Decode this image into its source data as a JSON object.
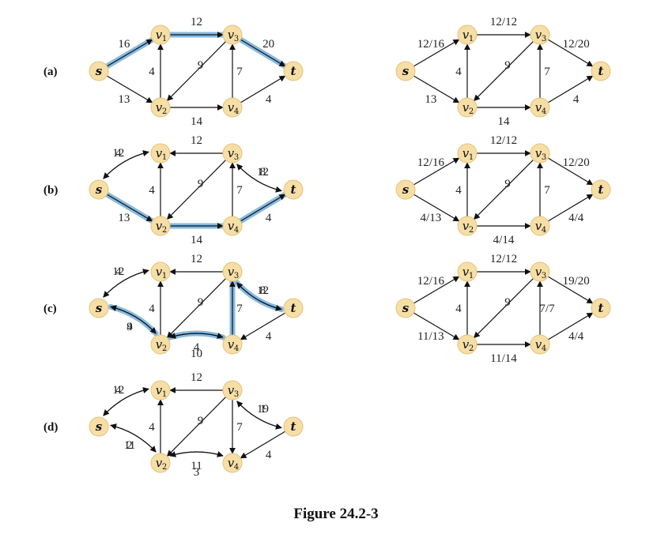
{
  "caption": "Figure 24.2-3",
  "nodes": [
    {
      "id": "s",
      "name": "s",
      "sub": ""
    },
    {
      "id": "v1",
      "name": "v",
      "sub": "1"
    },
    {
      "id": "v2",
      "name": "v",
      "sub": "2"
    },
    {
      "id": "v3",
      "name": "v",
      "sub": "3"
    },
    {
      "id": "v4",
      "name": "v",
      "sub": "4"
    },
    {
      "id": "t",
      "name": "t",
      "sub": ""
    }
  ],
  "rows": [
    {
      "label": "(a)"
    },
    {
      "label": "(b)"
    },
    {
      "label": "(c)"
    },
    {
      "label": "(d)"
    }
  ],
  "residual_graphs": [
    {
      "row": 0,
      "edges": [
        {
          "from": "s",
          "to": "v1",
          "label": "16",
          "highlight": true
        },
        {
          "from": "s",
          "to": "v2",
          "label": "13"
        },
        {
          "from": "v2",
          "to": "v1",
          "label": "4"
        },
        {
          "from": "v1",
          "to": "v3",
          "label": "12",
          "highlight": true
        },
        {
          "from": "v3",
          "to": "v2",
          "label": "9"
        },
        {
          "from": "v2",
          "to": "v4",
          "label": "14"
        },
        {
          "from": "v4",
          "to": "v3",
          "label": "7"
        },
        {
          "from": "v3",
          "to": "t",
          "label": "20",
          "highlight": true
        },
        {
          "from": "v4",
          "to": "t",
          "label": "4"
        }
      ]
    },
    {
      "row": 1,
      "edges": [
        {
          "from": "s",
          "to": "v1",
          "label": "4",
          "curve": -1
        },
        {
          "from": "v1",
          "to": "s",
          "label": "12",
          "curve": -1
        },
        {
          "from": "s",
          "to": "v2",
          "label": "13",
          "highlight": true
        },
        {
          "from": "v2",
          "to": "v1",
          "label": "4"
        },
        {
          "from": "v3",
          "to": "v1",
          "label": "12"
        },
        {
          "from": "v3",
          "to": "v2",
          "label": "9"
        },
        {
          "from": "v2",
          "to": "v4",
          "label": "14",
          "highlight": true
        },
        {
          "from": "v4",
          "to": "v3",
          "label": "7"
        },
        {
          "from": "v3",
          "to": "t",
          "label": "8",
          "curve": -1
        },
        {
          "from": "t",
          "to": "v3",
          "label": "12",
          "curve": -1
        },
        {
          "from": "v4",
          "to": "t",
          "label": "4",
          "highlight": true
        }
      ]
    },
    {
      "row": 2,
      "edges": [
        {
          "from": "s",
          "to": "v1",
          "label": "4",
          "curve": -1
        },
        {
          "from": "v1",
          "to": "s",
          "label": "12",
          "curve": -1
        },
        {
          "from": "s",
          "to": "v2",
          "label": "9",
          "curve": -1,
          "highlight": true
        },
        {
          "from": "v2",
          "to": "s",
          "label": "4",
          "curve": -1
        },
        {
          "from": "v2",
          "to": "v1",
          "label": "4"
        },
        {
          "from": "v3",
          "to": "v1",
          "label": "12"
        },
        {
          "from": "v3",
          "to": "v2",
          "label": "9"
        },
        {
          "from": "v2",
          "to": "v4",
          "label": "10",
          "curve": -1,
          "highlight": true
        },
        {
          "from": "v4",
          "to": "v2",
          "label": "4",
          "curve": -1
        },
        {
          "from": "v4",
          "to": "v3",
          "label": "7",
          "highlight": true
        },
        {
          "from": "v3",
          "to": "t",
          "label": "8",
          "curve": -1,
          "highlight": true
        },
        {
          "from": "t",
          "to": "v3",
          "label": "12",
          "curve": -1
        },
        {
          "from": "t",
          "to": "v4",
          "label": "4"
        }
      ]
    },
    {
      "row": 3,
      "edges": [
        {
          "from": "s",
          "to": "v1",
          "label": "4",
          "curve": -1
        },
        {
          "from": "v1",
          "to": "s",
          "label": "12",
          "curve": -1
        },
        {
          "from": "s",
          "to": "v2",
          "label": "2",
          "curve": -1
        },
        {
          "from": "v2",
          "to": "s",
          "label": "11",
          "curve": -1
        },
        {
          "from": "v2",
          "to": "v1",
          "label": "4"
        },
        {
          "from": "v3",
          "to": "v1",
          "label": "12"
        },
        {
          "from": "v3",
          "to": "v2",
          "label": "9"
        },
        {
          "from": "v3",
          "to": "v4",
          "label": "7"
        },
        {
          "from": "v2",
          "to": "v4",
          "label": "3",
          "curve": -1
        },
        {
          "from": "v4",
          "to": "v2",
          "label": "11",
          "curve": -1
        },
        {
          "from": "v3",
          "to": "t",
          "label": "1",
          "curve": -1
        },
        {
          "from": "t",
          "to": "v3",
          "label": "19",
          "curve": -1
        },
        {
          "from": "t",
          "to": "v4",
          "label": "4"
        }
      ]
    }
  ],
  "flow_networks": [
    {
      "row": 0,
      "edges": [
        {
          "from": "s",
          "to": "v1",
          "label": "12/16"
        },
        {
          "from": "s",
          "to": "v2",
          "label": "13"
        },
        {
          "from": "v2",
          "to": "v1",
          "label": "4"
        },
        {
          "from": "v1",
          "to": "v3",
          "label": "12/12"
        },
        {
          "from": "v3",
          "to": "v2",
          "label": "9"
        },
        {
          "from": "v2",
          "to": "v4",
          "label": "14"
        },
        {
          "from": "v4",
          "to": "v3",
          "label": "7"
        },
        {
          "from": "v3",
          "to": "t",
          "label": "12/20"
        },
        {
          "from": "v4",
          "to": "t",
          "label": "4"
        }
      ]
    },
    {
      "row": 1,
      "edges": [
        {
          "from": "s",
          "to": "v1",
          "label": "12/16"
        },
        {
          "from": "s",
          "to": "v2",
          "label": "4/13"
        },
        {
          "from": "v2",
          "to": "v1",
          "label": "4"
        },
        {
          "from": "v1",
          "to": "v3",
          "label": "12/12"
        },
        {
          "from": "v3",
          "to": "v2",
          "label": "9"
        },
        {
          "from": "v2",
          "to": "v4",
          "label": "4/14"
        },
        {
          "from": "v4",
          "to": "v3",
          "label": "7"
        },
        {
          "from": "v3",
          "to": "t",
          "label": "12/20"
        },
        {
          "from": "v4",
          "to": "t",
          "label": "4/4"
        }
      ]
    },
    {
      "row": 2,
      "edges": [
        {
          "from": "s",
          "to": "v1",
          "label": "12/16"
        },
        {
          "from": "s",
          "to": "v2",
          "label": "11/13"
        },
        {
          "from": "v2",
          "to": "v1",
          "label": "4"
        },
        {
          "from": "v1",
          "to": "v3",
          "label": "12/12"
        },
        {
          "from": "v3",
          "to": "v2",
          "label": "9"
        },
        {
          "from": "v2",
          "to": "v4",
          "label": "11/14"
        },
        {
          "from": "v4",
          "to": "v3",
          "label": "7/7"
        },
        {
          "from": "v3",
          "to": "t",
          "label": "19/20"
        },
        {
          "from": "v4",
          "to": "t",
          "label": "4/4"
        }
      ]
    }
  ]
}
